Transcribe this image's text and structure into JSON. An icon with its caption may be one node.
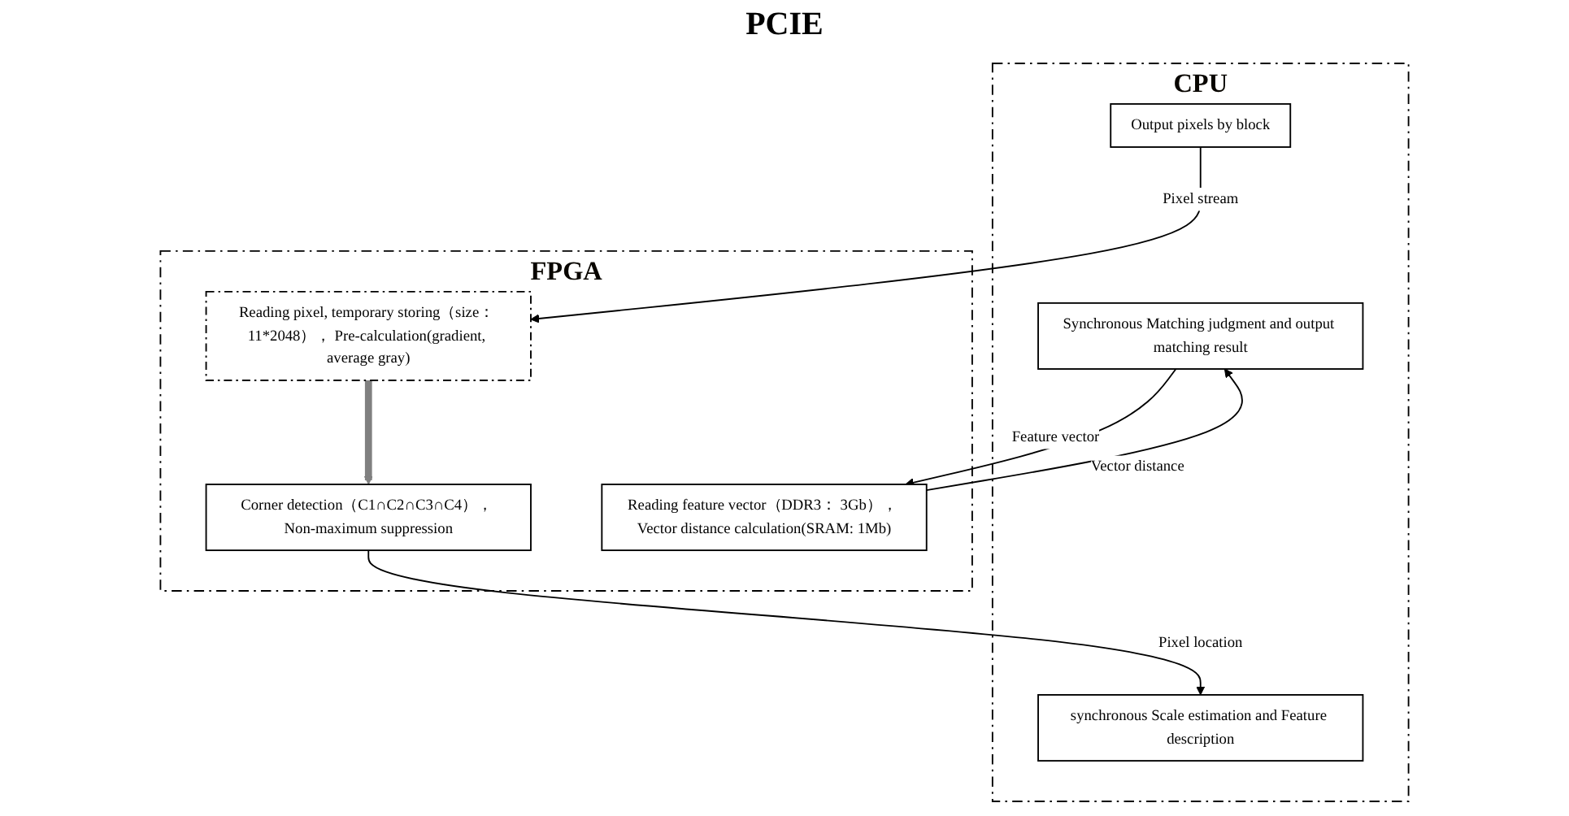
{
  "diagram": {
    "nodes": [
      {
        "text": [
          "CPU"
        ]
      },
      {
        "text": [
          "Output pixels by block"
        ],
        "in": 0
      },
      {
        "text": [
          "synchronous Scale estimation and Feature description"
        ],
        "in": 0
      },
      {
        "text": [
          "Synchronous Matching judgment and output matching result"
        ],
        "in": 0
      },
      {
        "text": [
          "FPGA"
        ]
      },
      {
        "text": [
          "Reading pixel, temporary storing（size： 11*2048）， Pre-calculation(gradient, average gray)"
        ],
        "in": 4
      },
      {
        "text": [
          "Corner detection（C1∩C2∩C3∩C4）， Non-maximum suppression"
        ],
        "in": 4
      },
      {
        "text": [
          "Reading feature vector（DDR3： 3Gb）， Vector distance calculation(SRAM: 1Mb)"
        ],
        "in": 4
      }
    ],
    "edges": [
      {
        "from": 1,
        "to": 5,
        "arrow": "to",
        "label": "Pixel stream"
      },
      {
        "from": 5,
        "to": 6,
        "arrow": "to",
        "style": "thick",
        "color": "#808080"
      },
      {
        "from": 6,
        "to": 2,
        "arrow": "to",
        "label": "Pixel location"
      },
      {
        "from": 3,
        "to": 7,
        "arrow": "to",
        "label": "Feature vector"
      },
      {
        "from": 7,
        "to": 3,
        "arrow": "to",
        "label": "Vector distance"
      }
    ],
    "labels": [
      "PCIE"
    ]
  }
}
